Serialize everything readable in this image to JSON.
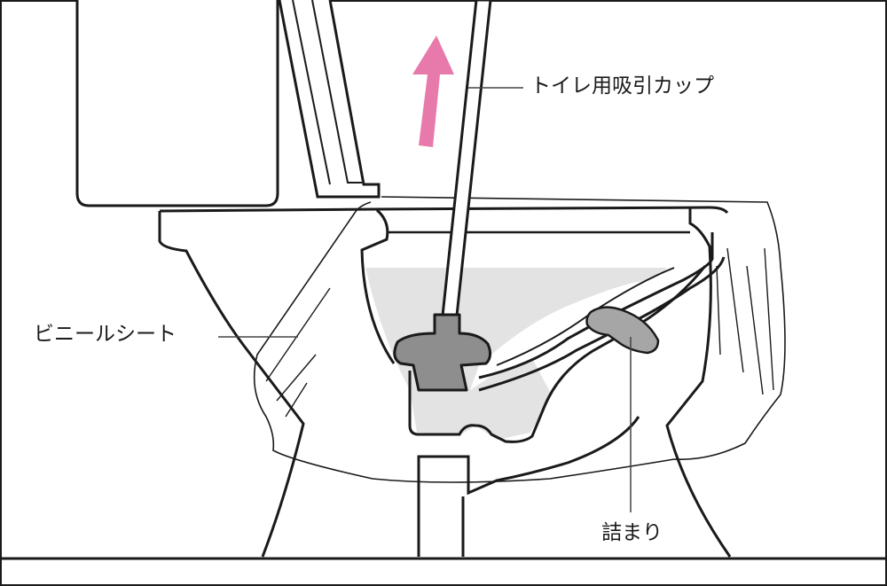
{
  "labels": {
    "plunger": "トイレ用吸引カップ",
    "vinyl_sheet": "ビニールシート",
    "clog": "詰まり"
  },
  "colors": {
    "outline": "#1a1a1a",
    "water": "#e3e3e3",
    "plunger_head": "#8e8e8e",
    "clog": "#a6a6a6",
    "arrow": "#e87aab",
    "leader": "#444444"
  },
  "icons": {
    "arrow": "up-arrow-icon"
  }
}
